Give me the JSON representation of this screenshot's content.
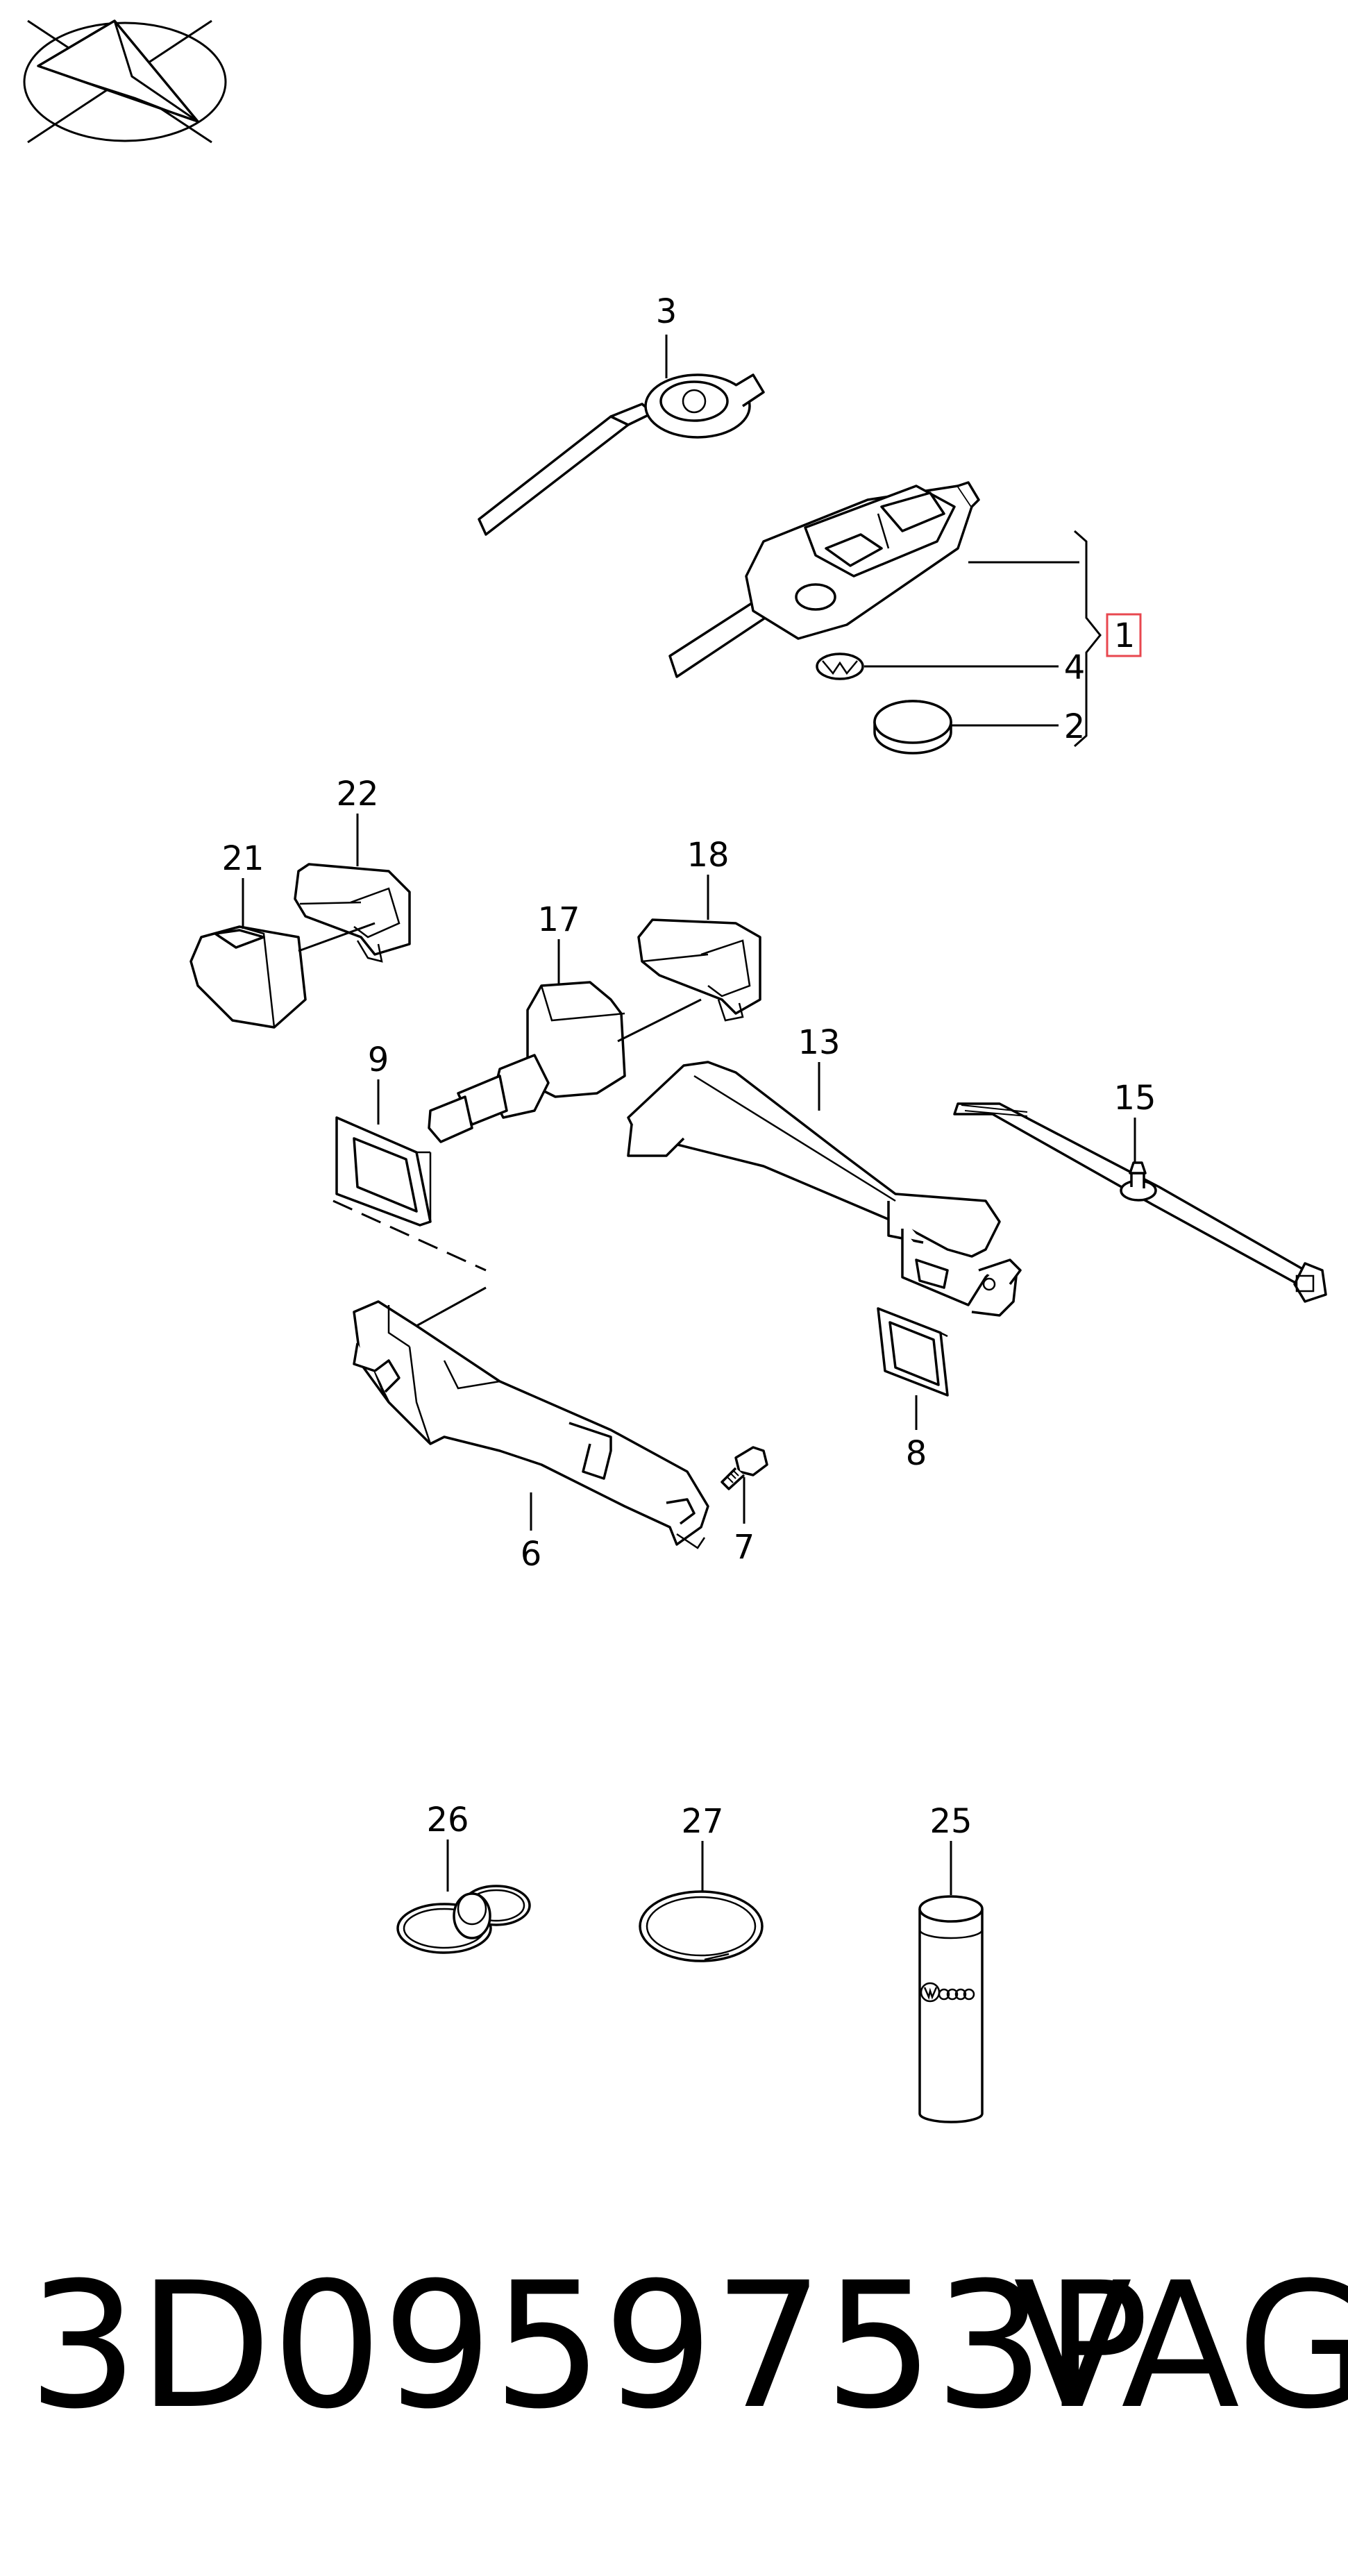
{
  "diagram": {
    "callouts": {
      "c1": "1",
      "c2": "2",
      "c3": "3",
      "c4": "4",
      "c6": "6",
      "c7": "7",
      "c8": "8",
      "c9": "9",
      "c13": "13",
      "c15": "15",
      "c17": "17",
      "c18": "18",
      "c21": "21",
      "c22": "22",
      "c25": "25",
      "c26": "26",
      "c27": "27"
    },
    "highlight_color": "#e8474f",
    "line_color": "#000000"
  },
  "footer": {
    "part_number": "3D0959753P",
    "brand": "VAG"
  },
  "logo": {
    "icon": "paper-plane-logo-icon"
  }
}
